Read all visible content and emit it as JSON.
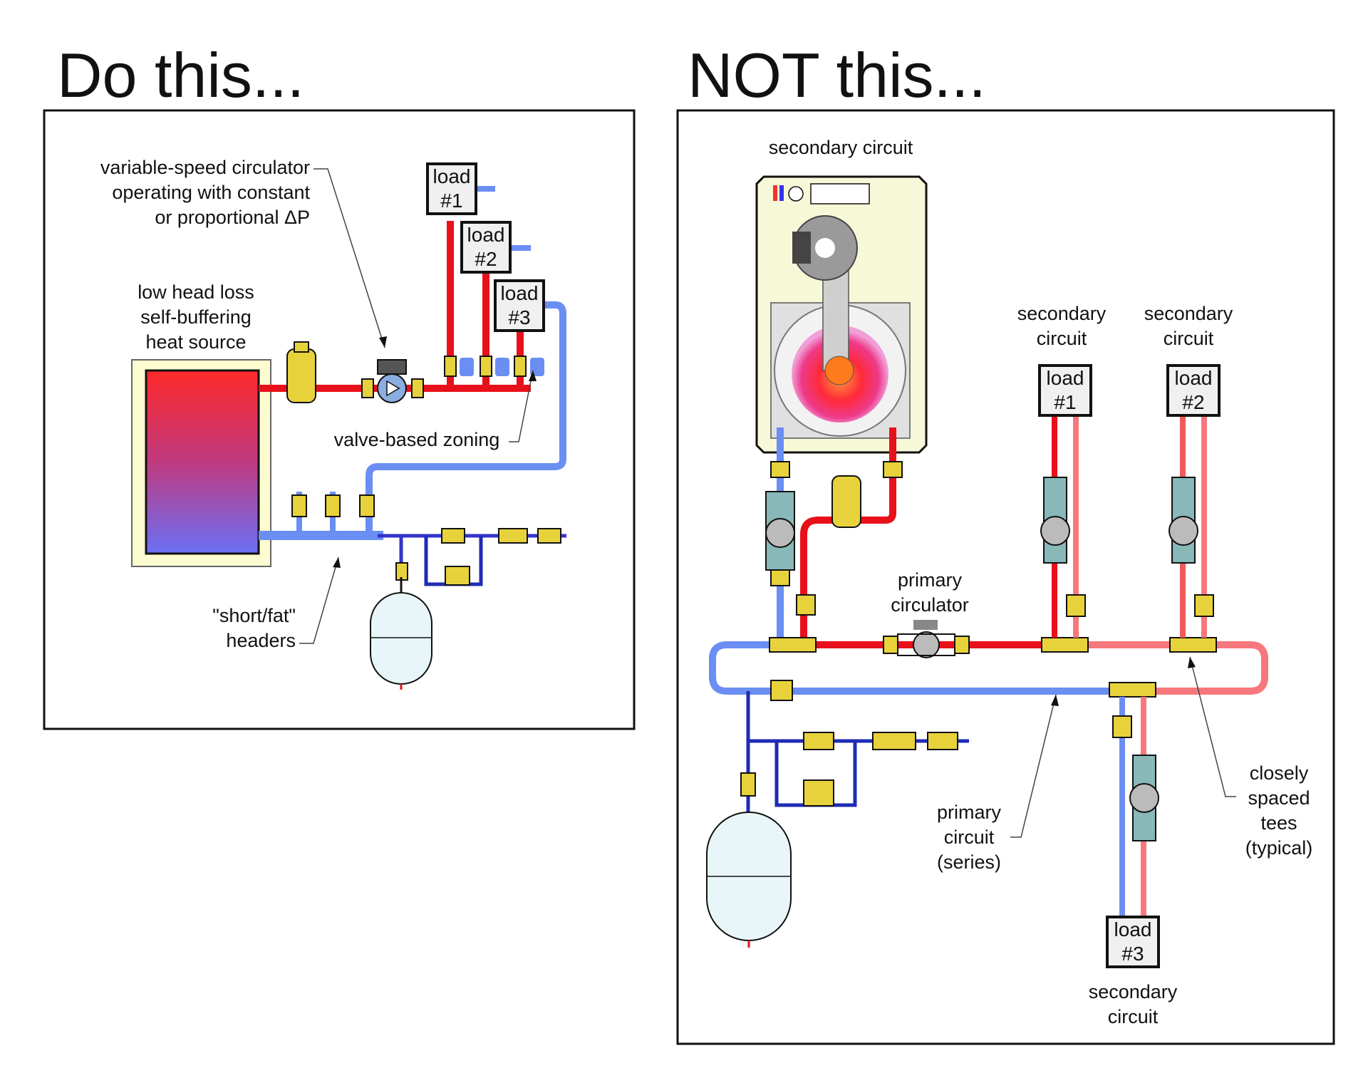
{
  "headings": {
    "left": "Do this...",
    "right": "NOT this..."
  },
  "left_panel": {
    "circulator_label": "variable-speed circulator\noperating with constant\nor proportional ΔP",
    "heat_source_label": "low head loss\nself-buffering\nheat source",
    "zoning_label": "valve-based zoning",
    "headers_label": "\"short/fat\"\nheaders",
    "loads": [
      "load\n#1",
      "load\n#2",
      "load\n#3"
    ]
  },
  "right_panel": {
    "boiler_label": "secondary circuit",
    "secondary_label": "secondary\ncircuit",
    "primary_circulator_label": "primary\ncirculator",
    "primary_circuit_label": "primary\ncircuit\n(series)",
    "tees_label": "closely\nspaced\ntees\n(typical)",
    "loads": [
      "load\n#1",
      "load\n#2",
      "load\n#3"
    ]
  },
  "colors": {
    "hot": "#e8101a",
    "hot_light": "#f7787c",
    "cold": "#3333cc",
    "cold_light": "#6b8ef2",
    "brass": "#e8d23c",
    "outline": "#111111"
  },
  "icons": [
    "pump-icon",
    "valve-icon",
    "air-separator-icon",
    "expansion-tank-icon",
    "boiler-icon"
  ]
}
